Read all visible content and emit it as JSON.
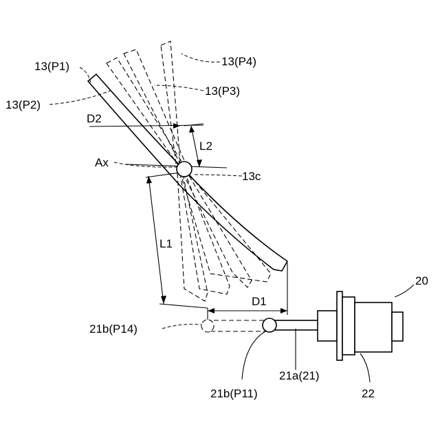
{
  "labels": {
    "p1": "13(P1)",
    "p2": "13(P2)",
    "p3": "13(P3)",
    "p4": "13(P4)",
    "d2": "D2",
    "l2": "L2",
    "ax": "Ax",
    "c13": "13c",
    "l1": "L1",
    "d1": "D1",
    "b21_p14": "21b(P14)",
    "b21_p11": "21b(P11)",
    "a21": "21a(21)",
    "n22": "22",
    "n20": "20"
  }
}
